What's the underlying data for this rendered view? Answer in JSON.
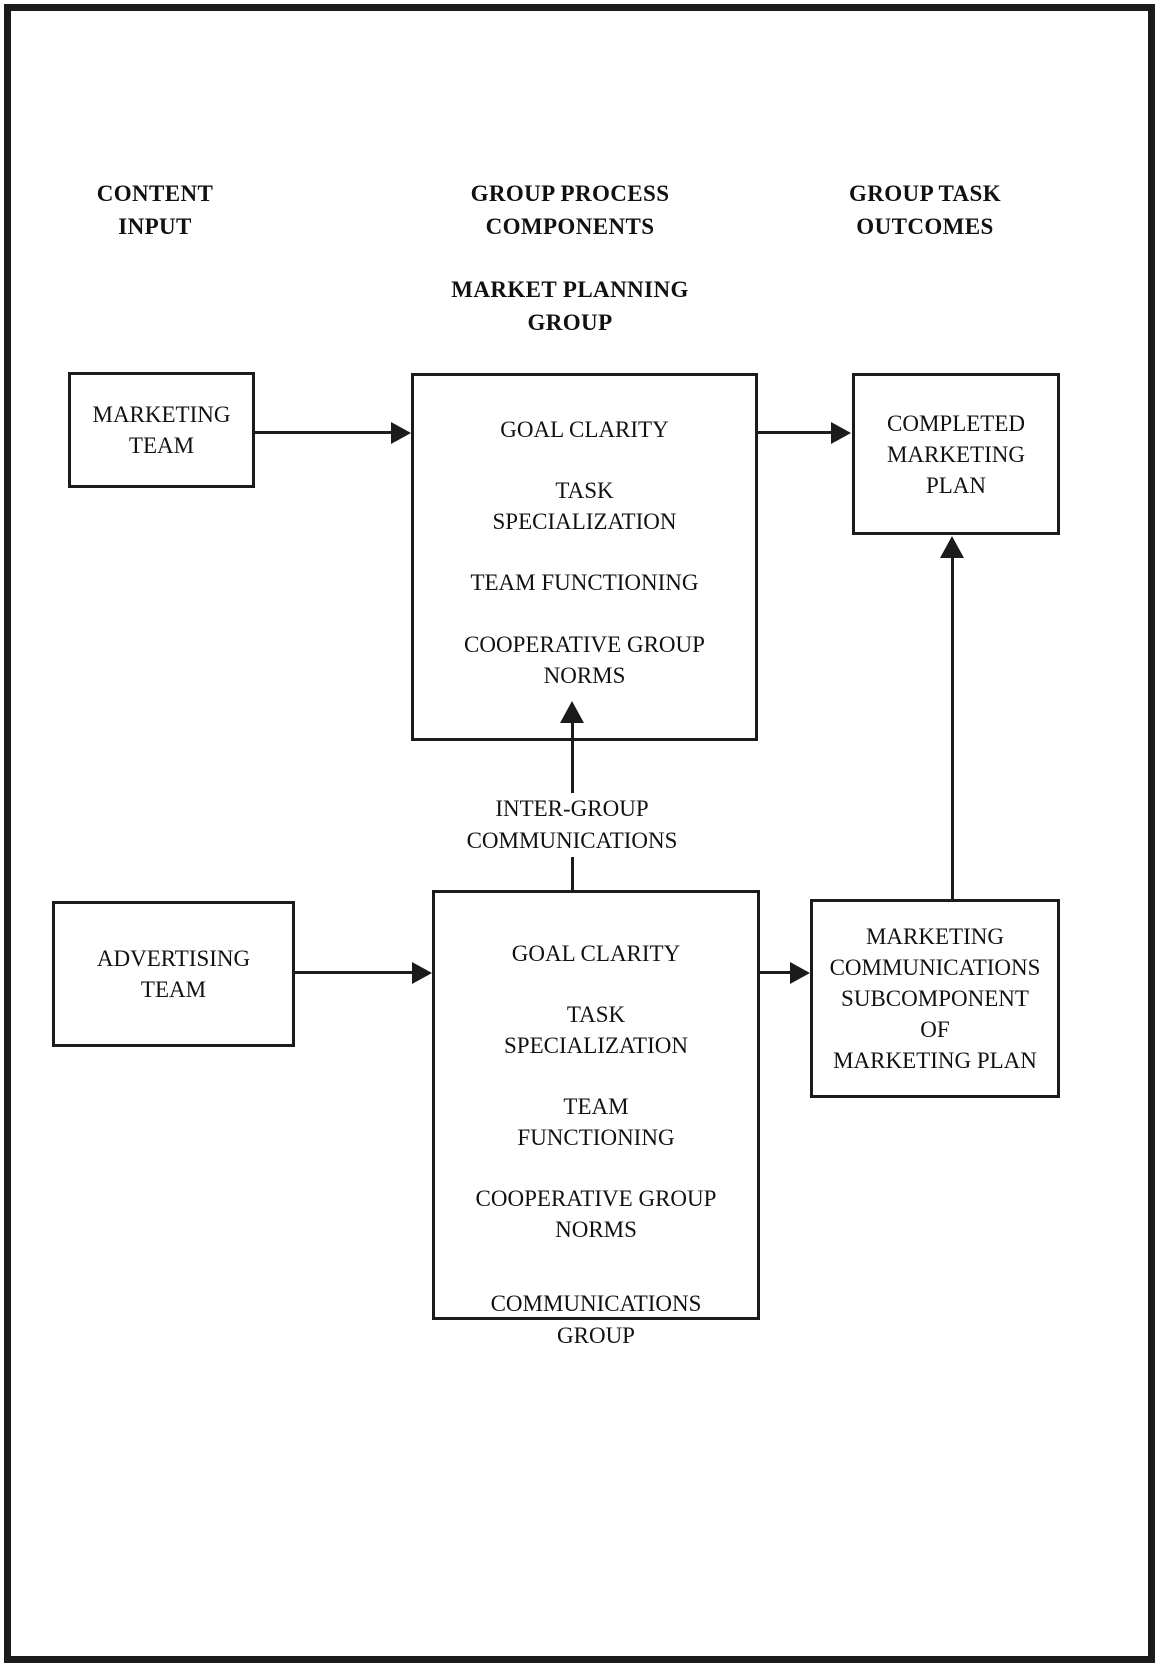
{
  "diagram": {
    "title_columns": [
      {
        "id": "content-input",
        "text": "CONTENT\nINPUT"
      },
      {
        "id": "group-process-components",
        "text": "GROUP PROCESS\nCOMPONENTS"
      },
      {
        "id": "group-task-outcomes",
        "text": "GROUP TASK\nOUTCOMES"
      }
    ],
    "group_labels": {
      "market_planning_group": "MARKET PLANNING\nGROUP",
      "communications_group": "COMMUNICATIONS\nGROUP"
    },
    "boxes": {
      "marketing_team": "MARKETING\nTEAM",
      "advertising_team": "ADVERTISING\nTEAM",
      "completed_marketing_plan": "COMPLETED\nMARKETING\nPLAN",
      "marketing_comms_subcomponent": "MARKETING\nCOMMUNICATIONS\nSUBCOMPONENT\nOF\nMARKETING PLAN"
    },
    "market_planning_process": [
      "GOAL CLARITY",
      "TASK\nSPECIALIZATION",
      "TEAM FUNCTIONING",
      "COOPERATIVE GROUP\nNORMS"
    ],
    "communications_process": [
      "GOAL CLARITY",
      "TASK\nSPECIALIZATION",
      "TEAM\nFUNCTIONING",
      "COOPERATIVE GROUP\nNORMS"
    ],
    "connector_labels": {
      "inter_group_communications": "INTER-GROUP\nCOMMUNICATIONS"
    },
    "colors": {
      "line": "#1b1b1b",
      "text": "#111111",
      "background": "#ffffff"
    }
  }
}
